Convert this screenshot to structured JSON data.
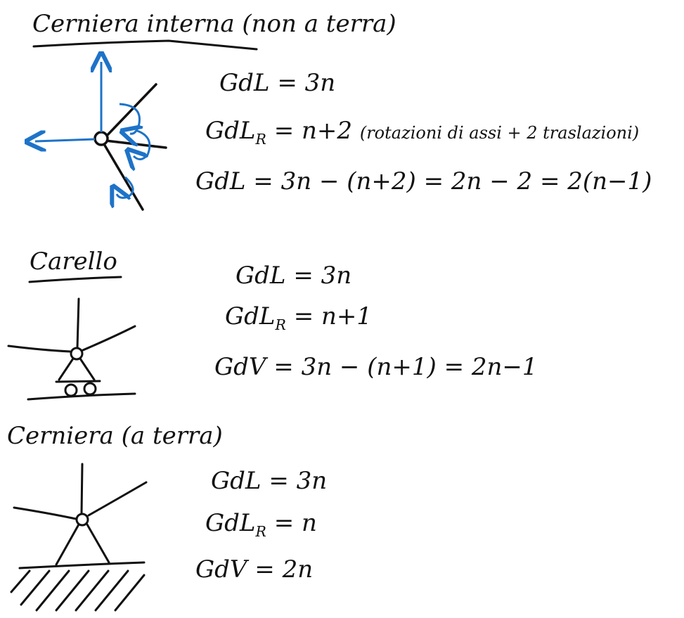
{
  "section1": {
    "title": "Cerniera interna (non a terra)",
    "eq1_lhs": "GdL",
    "eq1_rhs": "= 3n",
    "eq2_lhs": "GdL",
    "eq2_sub": "R",
    "eq2_rhs": "= n+2",
    "eq2_note": "(rotazioni di assi + 2 traslazioni)",
    "eq3": "GdL = 3n − (n+2) = 2n − 2 = 2(n−1)"
  },
  "section2": {
    "title": "Carello",
    "eq1_lhs": "GdL",
    "eq1_rhs": "= 3n",
    "eq2_lhs": "GdL",
    "eq2_sub": "R",
    "eq2_rhs": "= n+1",
    "eq3": "GdV = 3n − (n+1) = 2n−1"
  },
  "section3": {
    "title": "Cerniera (a terra)",
    "eq1_lhs": "GdL",
    "eq1_rhs": "= 3n",
    "eq2_lhs": "GdL",
    "eq2_sub": "R",
    "eq2_rhs": "= n",
    "eq3": "GdV = 2n"
  },
  "colors": {
    "ink": "#111111",
    "blue": "#1e73c8"
  }
}
